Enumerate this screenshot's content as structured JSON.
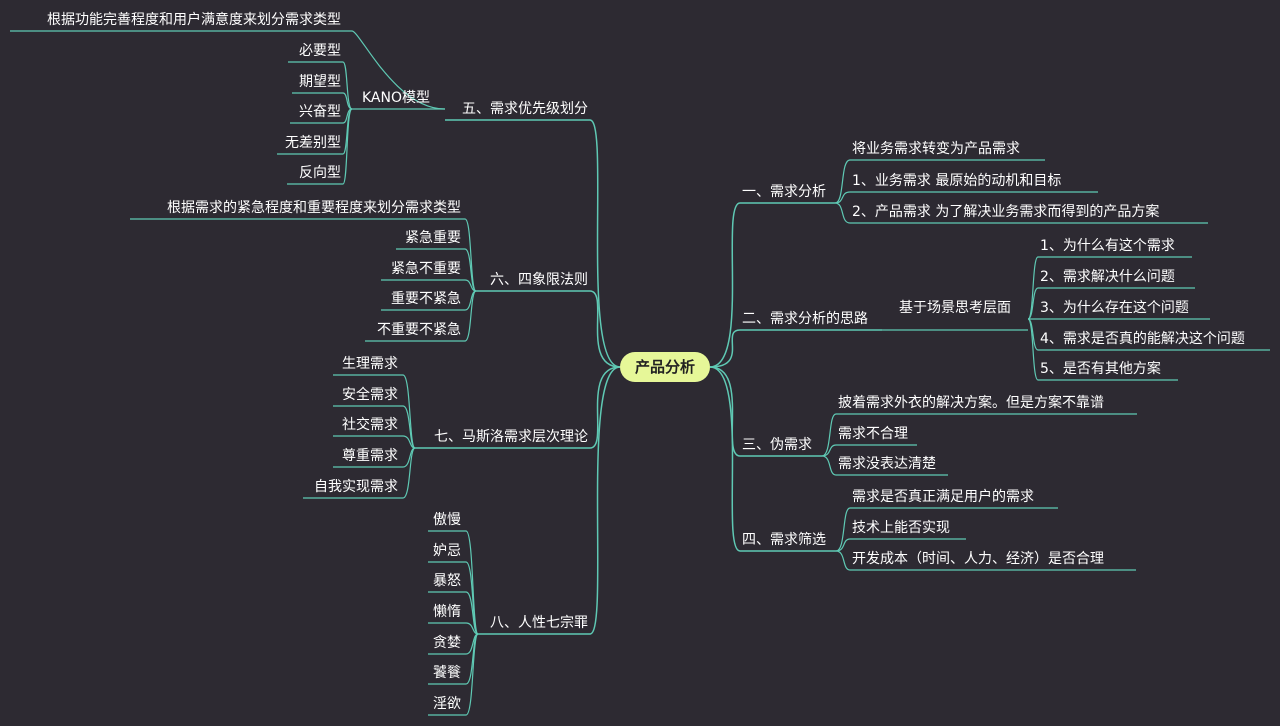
{
  "central": {
    "label": "产品分析"
  },
  "right": [
    {
      "label": "一、需求分析",
      "children": [
        {
          "label": "将业务需求转变为产品需求"
        },
        {
          "label": "1、业务需求    最原始的动机和目标"
        },
        {
          "label": "2、产品需求    为了解决业务需求而得到的产品方案"
        }
      ]
    },
    {
      "label": "二、需求分析的思路",
      "children": [
        {
          "label": "基于场景思考层面",
          "children": [
            {
              "label": "1、为什么有这个需求"
            },
            {
              "label": "2、需求解决什么问题"
            },
            {
              "label": "3、为什么存在这个问题"
            },
            {
              "label": "4、需求是否真的能解决这个问题"
            },
            {
              "label": "5、是否有其他方案"
            }
          ]
        }
      ]
    },
    {
      "label": "三、伪需求",
      "children": [
        {
          "label": "披着需求外衣的解决方案。但是方案不靠谱"
        },
        {
          "label": "需求不合理"
        },
        {
          "label": "需求没表达清楚"
        }
      ]
    },
    {
      "label": "四、需求筛选",
      "children": [
        {
          "label": "需求是否真正满足用户的需求"
        },
        {
          "label": "技术上能否实现"
        },
        {
          "label": "开发成本（时间、人力、经济）是否合理"
        }
      ]
    }
  ],
  "left": [
    {
      "label": "五、需求优先级划分",
      "children": [
        {
          "label": "根据功能完善程度和用户满意度来划分需求类型"
        },
        {
          "label": "KANO模型",
          "children": [
            {
              "label": "必要型"
            },
            {
              "label": "期望型"
            },
            {
              "label": "兴奋型"
            },
            {
              "label": "无差别型"
            },
            {
              "label": "反向型"
            }
          ]
        }
      ]
    },
    {
      "label": "六、四象限法则",
      "children": [
        {
          "label": "根据需求的紧急程度和重要程度来划分需求类型"
        },
        {
          "label": "紧急重要"
        },
        {
          "label": "紧急不重要"
        },
        {
          "label": "重要不紧急"
        },
        {
          "label": "不重要不紧急"
        }
      ]
    },
    {
      "label": "七、马斯洛需求层次理论",
      "children": [
        {
          "label": "生理需求"
        },
        {
          "label": "安全需求"
        },
        {
          "label": "社交需求"
        },
        {
          "label": "尊重需求"
        },
        {
          "label": "自我实现需求"
        }
      ]
    },
    {
      "label": "八、人性七宗罪",
      "children": [
        {
          "label": "傲慢"
        },
        {
          "label": "妒忌"
        },
        {
          "label": "暴怒"
        },
        {
          "label": "懒惰"
        },
        {
          "label": "贪婪"
        },
        {
          "label": "饕餮"
        },
        {
          "label": "淫欲"
        }
      ]
    }
  ],
  "colors": {
    "background": "#2d2a32",
    "line": "#5fc9b4",
    "central_fill": "#e6f798"
  }
}
